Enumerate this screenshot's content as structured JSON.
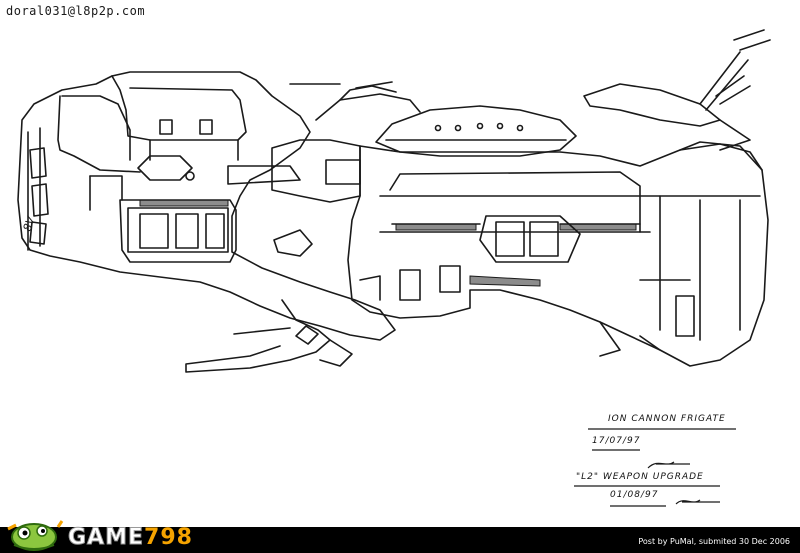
{
  "watermark": {
    "email": "doral031@l8p2p.com"
  },
  "title_block": {
    "name": "ION CANNON FRIGATE",
    "date1": "17/07/97",
    "upgrade": "\"L2\" WEAPON UPGRADE",
    "date2": "01/08/97"
  },
  "footer": {
    "logo_word": "GAME",
    "logo_number": "798",
    "post_info": "Post by PuMal, submited 30 Dec 2006"
  },
  "colors": {
    "line": "#1a1a1a",
    "background": "#ffffff",
    "footer_bg": "#000000",
    "logo_accent": "#f5a300"
  }
}
